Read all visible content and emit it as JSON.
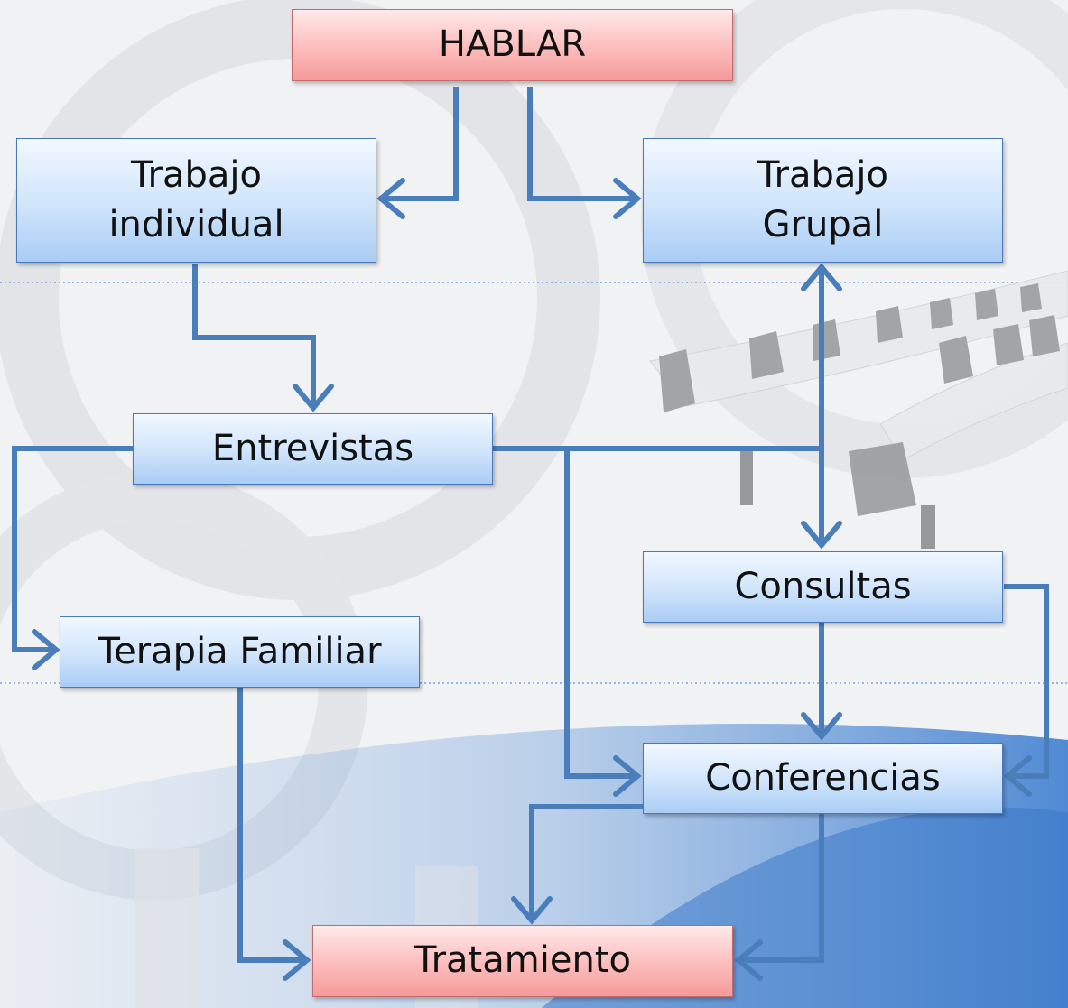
{
  "diagram": {
    "nodes": {
      "hablar": "HABLAR",
      "trabajo_individual": "Trabajo\nindividual",
      "trabajo_grupal": "Trabajo\nGrupal",
      "entrevistas": "Entrevistas",
      "terapia_familiar": "Terapia Familiar",
      "consultas": "Consultas",
      "conferencias": "Conferencias",
      "tratamiento": "Tratamiento"
    },
    "edges": [
      [
        "hablar",
        "trabajo_individual"
      ],
      [
        "hablar",
        "trabajo_grupal"
      ],
      [
        "trabajo_individual",
        "entrevistas"
      ],
      [
        "entrevistas",
        "terapia_familiar"
      ],
      [
        "entrevistas",
        "trabajo_grupal"
      ],
      [
        "entrevistas",
        "consultas"
      ],
      [
        "entrevistas",
        "conferencias"
      ],
      [
        "consultas",
        "conferencias"
      ],
      [
        "terapia_familiar",
        "tratamiento"
      ],
      [
        "conferencias",
        "tratamiento"
      ]
    ],
    "colors": {
      "arrow": "#4a7ebb",
      "node_blue": "#b7d6f7",
      "node_red": "#f9a9a9"
    }
  }
}
